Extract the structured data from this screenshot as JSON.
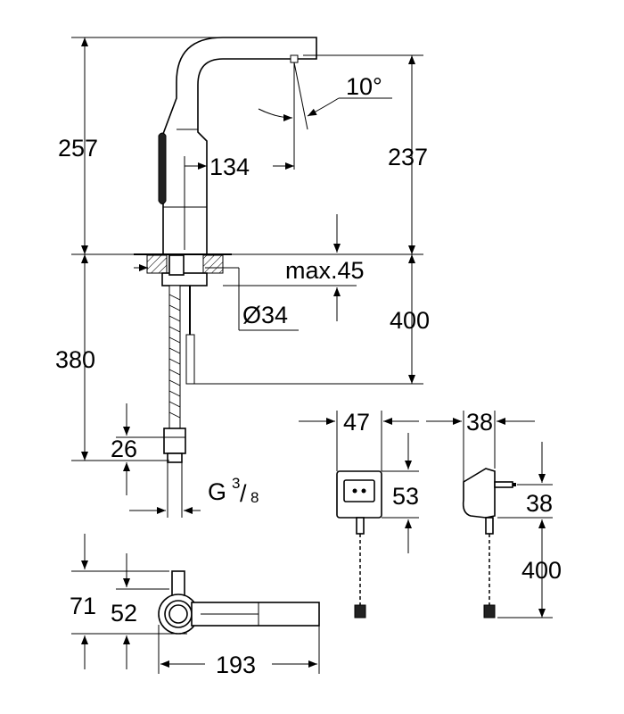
{
  "dimensions": {
    "total_height": "257",
    "spout_height": "237",
    "spout_reach": "134",
    "spout_angle": "10°",
    "max_deck": "max.45",
    "hole_diameter": "Ø34",
    "cable_length": "400",
    "hose_length": "380",
    "connector_length": "26",
    "thread": "G",
    "thread_num": "3",
    "thread_den": "8",
    "base_depth": "71",
    "base_offset": "52",
    "top_length": "193",
    "adapter_width": "47",
    "adapter_height": "53",
    "plug_depth": "38",
    "plug_height": "38",
    "adapter_cable": "400"
  }
}
